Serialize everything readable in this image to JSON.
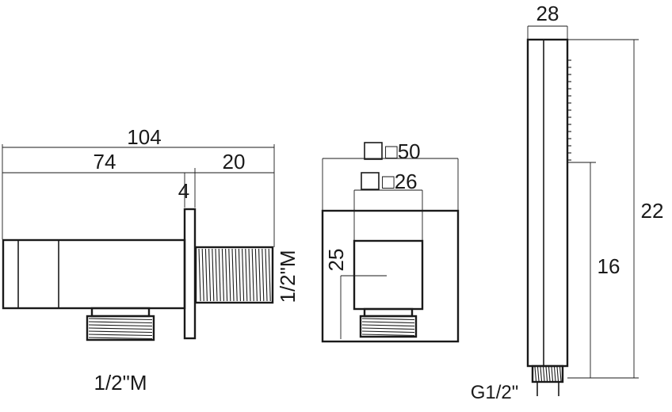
{
  "side_view": {
    "overall_length": "104",
    "body_length": "74",
    "thread_length": "20",
    "flange_thickness": "4",
    "side_thread": "1/2\"M",
    "bottom_thread": "1/2\"M"
  },
  "front_view": {
    "outer_square": "□50",
    "inner_square": "□26",
    "outlet_height": "25"
  },
  "handset_view": {
    "width": "28",
    "total_length": "22",
    "handle_length": "16",
    "connector_thread": "G1/2\""
  }
}
